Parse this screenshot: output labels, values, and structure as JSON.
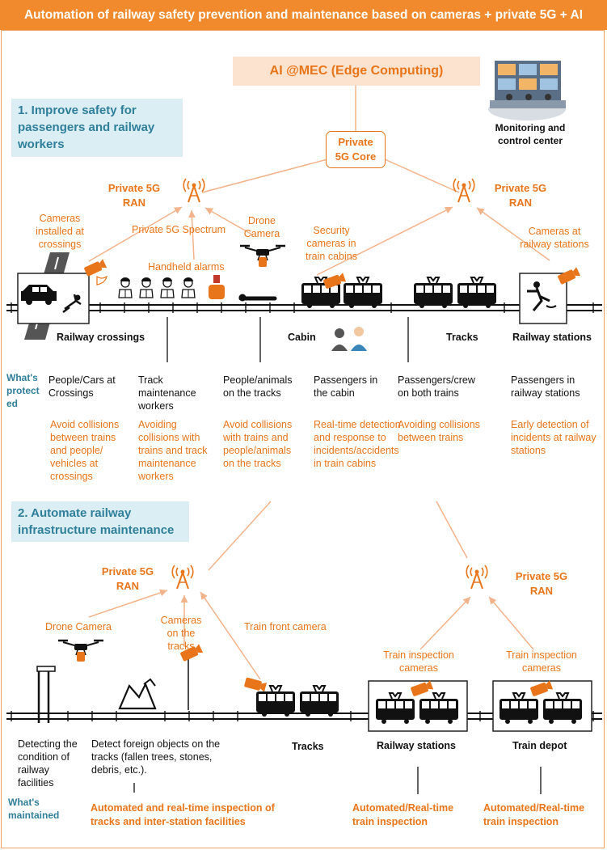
{
  "title": "Automation of railway safety prevention and maintenance based on cameras + private 5G + AI",
  "mec": "AI @MEC (Edge Computing)",
  "control_center": "Monitoring and control center",
  "core": [
    "Private",
    "5G Core"
  ],
  "section1": "1. Improve safety for passengers and railway workers",
  "section2": "2. Automate railway infrastructure maintenance",
  "ran_label": "Private 5G RAN",
  "top": {
    "cams_crossings": "Cameras installed at crossings",
    "spectrum": "Private 5G Spectrum",
    "handheld": "Handheld alarms",
    "drone": "Drone Camera",
    "security": "Security cameras in train cabins",
    "cams_stations": "Cameras at railway stations",
    "loc_crossings": "Railway crossings",
    "loc_cabin": "Cabin",
    "loc_tracks": "Tracks",
    "loc_stations": "Railway stations",
    "protected_label": "What's protect ed",
    "protected": [
      "People/Cars at Crossings",
      "Track maintenance workers",
      "People/animals on the tracks",
      "Passengers in the cabin",
      "Passengers/crew on both trains",
      "Passengers in railway stations"
    ],
    "benefits": [
      "Avoid collisions between trains and people/ vehicles at crossings",
      "Avoiding collisions with trains and track maintenance workers",
      "Avoid collisions with trains and people/animals on the tracks",
      "Real-time detection and response to incidents/accidents in train cabins",
      "Avoiding collisions between trains",
      "Early detection of incidents at railway stations"
    ]
  },
  "bottom": {
    "drone": "Drone Camera",
    "cams_tracks": "Cameras on the tracks",
    "front_cam": "Train front camera",
    "insp_cam_1": "Train inspection cameras",
    "insp_cam_2": "Train inspection cameras",
    "loc_tracks": "Tracks",
    "loc_stations": "Railway stations",
    "loc_depot": "Train depot",
    "detect_condition": "Detecting the condition of railway facilities",
    "detect_objects": "Detect foreign objects on the tracks (fallen trees, stones, debris, etc.).",
    "maintained_label": "What's maintained",
    "result_tracks": "Automated and real-time inspection of tracks and inter-station facilities",
    "result_stations": "Automated/Real-time train inspection",
    "result_depot": "Automated/Real-time train inspection"
  },
  "colors": {
    "accent": "#e8751a",
    "title_bg": "#f08a2c",
    "section_bg": "#dbeef4",
    "section_text": "#2f7f9a",
    "mec_bg": "#fbe3cf"
  }
}
